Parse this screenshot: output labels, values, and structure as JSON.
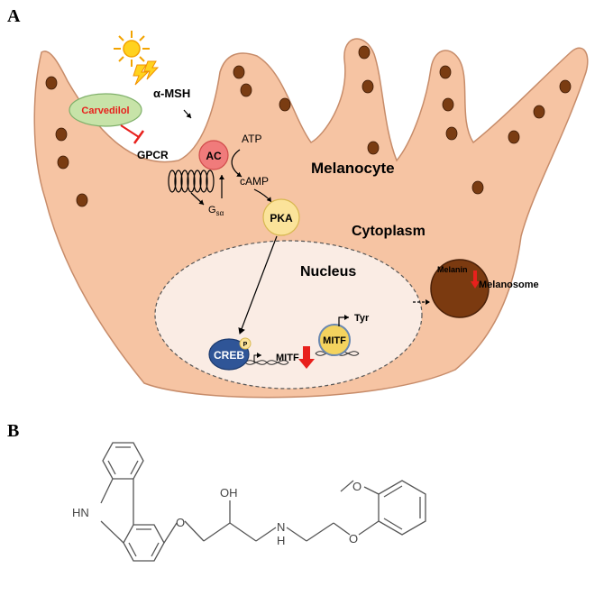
{
  "panel_a": {
    "label": "A",
    "stimulus": "α-MSH",
    "drug": "Carvedilol",
    "receptor": "GPCR",
    "g_protein": "G",
    "g_protein_sub": "sα",
    "enzyme": "AC",
    "atp": "ATP",
    "camp": "cAMP",
    "kinase": "PKA",
    "cell_name": "Melanocyte",
    "cytoplasm": "Cytoplasm",
    "nucleus": "Nucleus",
    "tf": "CREB",
    "phospho": "P",
    "gene": "MITF",
    "protein": "MITF",
    "target": "Tyr",
    "pigment": "Melanin",
    "organelle": "Melanosome"
  },
  "panel_b": {
    "label": "B",
    "nh": "HN",
    "oh": "OH",
    "n": "N",
    "h": "H",
    "o1": "O",
    "o2": "O",
    "o3": "O"
  },
  "colors": {
    "cell_fill": "#f6c4a3",
    "granule": "#7a3c12",
    "nucleus_fill": "#faece4",
    "carvedilol_fill": "#c7e3a8",
    "carvedilol_text": "#e8201c",
    "ac_fill": "#f07b7b",
    "pka_fill": "#fbe39a",
    "creb_fill": "#2f5597",
    "mitf_fill": "#f4d35e",
    "melanosome_fill": "#7b3a10",
    "down_arrow": "#e8201c"
  }
}
